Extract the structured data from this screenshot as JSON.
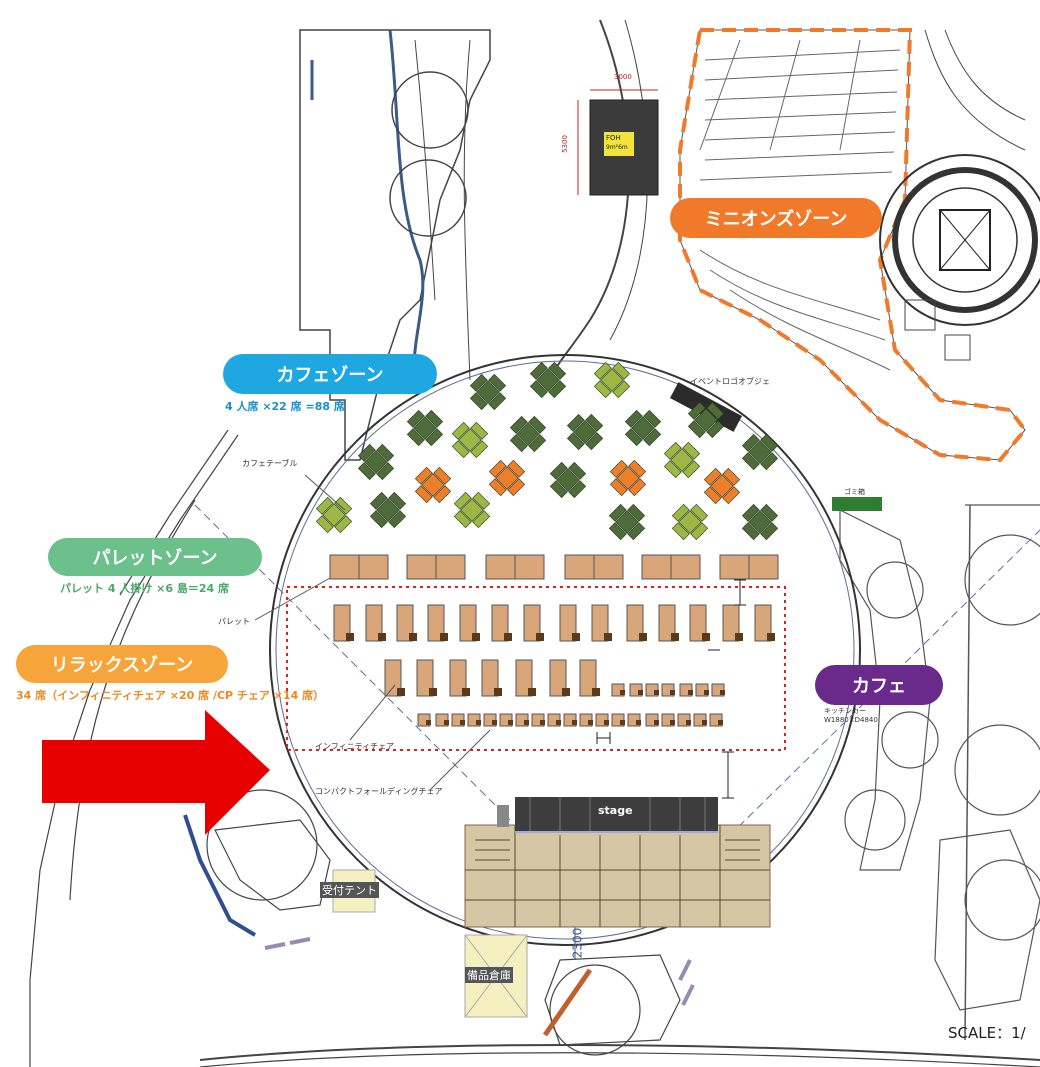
{
  "zones": {
    "cafe_zone": {
      "title": "カフェゾーン",
      "detail": "4 人席 ×22 席 =88 席",
      "color": "#1ea7e1"
    },
    "pallet_zone": {
      "title": "パレットゾーン",
      "detail": "パレット 4 人掛け ×6 島＝24 席",
      "color": "#6cc08b"
    },
    "relax_zone": {
      "title": "リラックスゾーン",
      "detail": "34 席（インフィニティチェア ×20 席 /CP チェア ×14 席）",
      "color": "#f5a53a"
    },
    "minions_zone": {
      "title": "ミニオンズゾーン",
      "color": "#f07a2a"
    },
    "cafe": {
      "title": "カフェ",
      "color": "#6a2a8c"
    }
  },
  "labels": {
    "stage": "stage",
    "reception_tent": "受付テント",
    "storage": "備品倉庫",
    "scale": "SCALE：1/",
    "dimension_2300": "2300",
    "cafe_table": "カフェテーブル",
    "pallet": "パレット",
    "infinity_chair": "インフィニティチェア",
    "compact_chair": "コンパクトフォールディングチェア",
    "event_logo_object": "イベントロゴオブジェ",
    "trash": "ゴミ箱",
    "kitchen_car": "キッチンカー",
    "kitchen_car_size": "W1880×D4840",
    "foh_dim_w": "3000",
    "foh_dim_h": "5300",
    "foh": "FOH",
    "foh_size": "9m²6m"
  },
  "colors": {
    "cafe_table_dark": "#4e6b3a",
    "cafe_table_light": "#9bb844",
    "cafe_table_orange": "#ee7f2a",
    "pallet_fill": "#d8a67a",
    "stage_floor": "#d6c7a4",
    "arrow": "#e60000",
    "dotted_box": "#e02020"
  }
}
